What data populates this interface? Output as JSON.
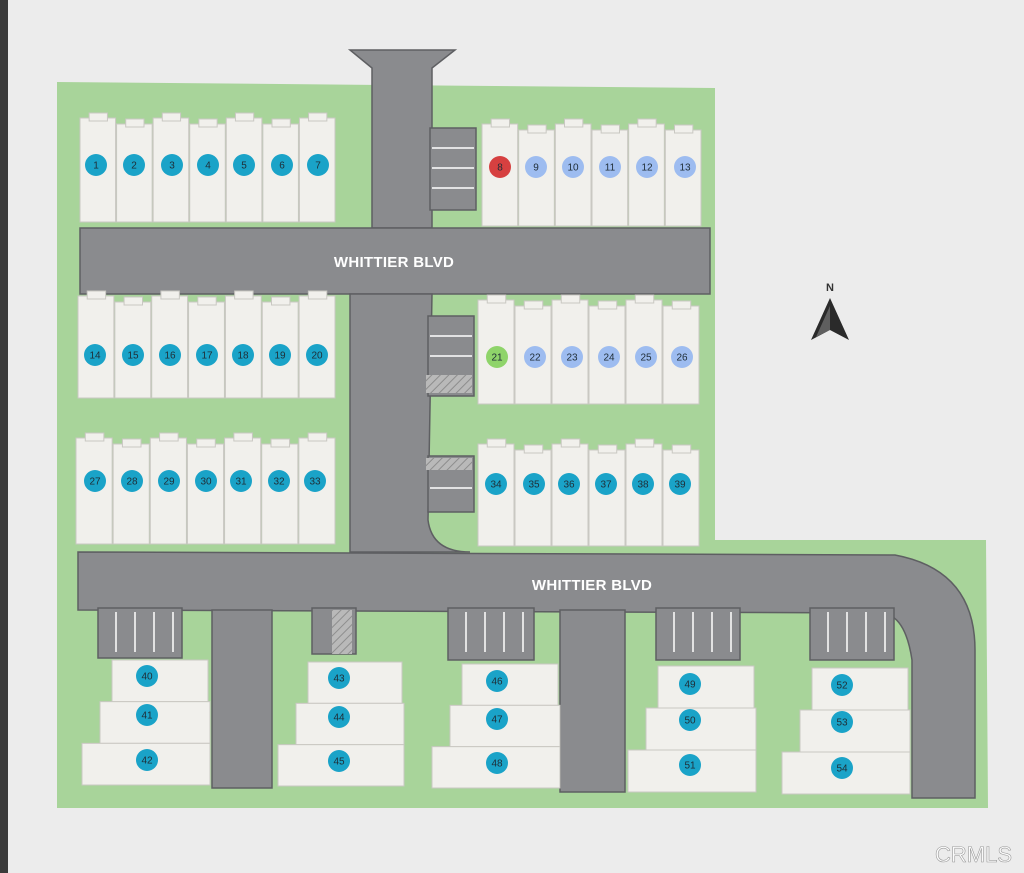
{
  "map": {
    "roads": [
      "WHITTIER BLVD",
      "WHITTIER BLVD"
    ],
    "north_label": "N",
    "watermark": "CRMLS",
    "status_colors": {
      "standard": "#1aa3c8",
      "selected": "#d64040",
      "sold": "#9dbcf0",
      "available": "#8fd46a"
    },
    "lots": [
      {
        "n": "1",
        "status": "standard"
      },
      {
        "n": "2",
        "status": "standard"
      },
      {
        "n": "3",
        "status": "standard"
      },
      {
        "n": "4",
        "status": "standard"
      },
      {
        "n": "5",
        "status": "standard"
      },
      {
        "n": "6",
        "status": "standard"
      },
      {
        "n": "7",
        "status": "standard"
      },
      {
        "n": "8",
        "status": "selected"
      },
      {
        "n": "9",
        "status": "sold"
      },
      {
        "n": "10",
        "status": "sold"
      },
      {
        "n": "11",
        "status": "sold"
      },
      {
        "n": "12",
        "status": "sold"
      },
      {
        "n": "13",
        "status": "sold"
      },
      {
        "n": "14",
        "status": "standard"
      },
      {
        "n": "15",
        "status": "standard"
      },
      {
        "n": "16",
        "status": "standard"
      },
      {
        "n": "17",
        "status": "standard"
      },
      {
        "n": "18",
        "status": "standard"
      },
      {
        "n": "19",
        "status": "standard"
      },
      {
        "n": "20",
        "status": "standard"
      },
      {
        "n": "21",
        "status": "available"
      },
      {
        "n": "22",
        "status": "sold"
      },
      {
        "n": "23",
        "status": "sold"
      },
      {
        "n": "24",
        "status": "sold"
      },
      {
        "n": "25",
        "status": "sold"
      },
      {
        "n": "26",
        "status": "sold"
      },
      {
        "n": "27",
        "status": "standard"
      },
      {
        "n": "28",
        "status": "standard"
      },
      {
        "n": "29",
        "status": "standard"
      },
      {
        "n": "30",
        "status": "standard"
      },
      {
        "n": "31",
        "status": "standard"
      },
      {
        "n": "32",
        "status": "standard"
      },
      {
        "n": "33",
        "status": "standard"
      },
      {
        "n": "34",
        "status": "standard"
      },
      {
        "n": "35",
        "status": "standard"
      },
      {
        "n": "36",
        "status": "standard"
      },
      {
        "n": "37",
        "status": "standard"
      },
      {
        "n": "38",
        "status": "standard"
      },
      {
        "n": "39",
        "status": "standard"
      },
      {
        "n": "40",
        "status": "standard"
      },
      {
        "n": "41",
        "status": "standard"
      },
      {
        "n": "42",
        "status": "standard"
      },
      {
        "n": "43",
        "status": "standard"
      },
      {
        "n": "44",
        "status": "standard"
      },
      {
        "n": "45",
        "status": "standard"
      },
      {
        "n": "46",
        "status": "standard"
      },
      {
        "n": "47",
        "status": "standard"
      },
      {
        "n": "48",
        "status": "standard"
      },
      {
        "n": "49",
        "status": "standard"
      },
      {
        "n": "50",
        "status": "standard"
      },
      {
        "n": "51",
        "status": "standard"
      },
      {
        "n": "52",
        "status": "standard"
      },
      {
        "n": "53",
        "status": "standard"
      },
      {
        "n": "54",
        "status": "standard"
      }
    ]
  }
}
